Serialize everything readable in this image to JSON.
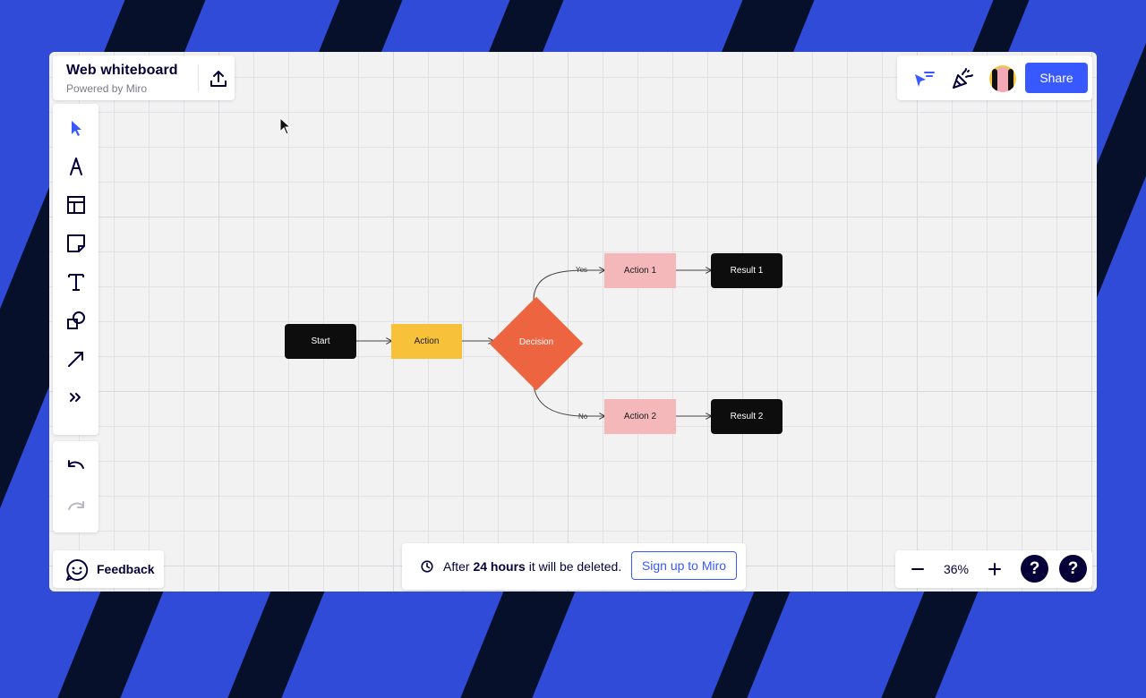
{
  "header": {
    "title": "Web whiteboard",
    "subtitle": "Powered by Miro"
  },
  "toolbar": {
    "tools": [
      {
        "name": "select",
        "icon": "cursor-arrow-icon"
      },
      {
        "name": "pen",
        "icon": "pen-icon"
      },
      {
        "name": "templates",
        "icon": "template-layout-icon"
      },
      {
        "name": "sticky-note",
        "icon": "sticky-note-icon"
      },
      {
        "name": "text",
        "icon": "text-icon"
      },
      {
        "name": "shapes",
        "icon": "shapes-icon"
      },
      {
        "name": "arrow",
        "icon": "arrow-line-icon"
      },
      {
        "name": "more",
        "icon": "double-chevron-right-icon"
      }
    ],
    "undo_icon": "undo-icon",
    "redo_icon": "redo-icon"
  },
  "topright": {
    "share_label": "Share"
  },
  "feedback": {
    "label": "Feedback"
  },
  "notice": {
    "prefix": "After ",
    "bold": "24 hours",
    "suffix": " it will be deleted.",
    "signup_label": "Sign up to Miro"
  },
  "zoom": {
    "level": "36%",
    "help_1": "?",
    "help_2": "?"
  },
  "flowchart": {
    "start": "Start",
    "action": "Action",
    "decision": "Decision",
    "yes_label": "Yes",
    "no_label": "No",
    "action_1": "Action 1",
    "action_2": "Action 2",
    "result_1": "Result 1",
    "result_2": "Result 2"
  },
  "colors": {
    "accent": "#3859ff",
    "background_blue": "#2f4bd8",
    "background_navy": "#07102a",
    "node_dark": "#0d0d0d",
    "node_yellow": "#f7c23a",
    "node_pink": "#f4b8bb",
    "node_decision": "#ec6440"
  }
}
